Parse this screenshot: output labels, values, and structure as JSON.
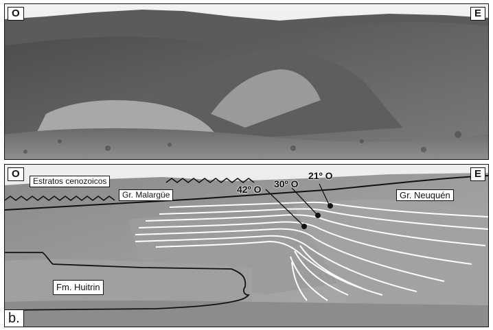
{
  "top_panel": {
    "left_label": "O",
    "right_label": "E"
  },
  "bottom_panel": {
    "left_label": "O",
    "right_label": "E",
    "panel_letter": "b.",
    "units": {
      "estratos": "Estratos cenozoicos",
      "malargue": "Gr. Malargüe",
      "neuquen": "Gr. Neuquén",
      "huitrin": "Fm. Huitrin"
    },
    "dips": {
      "dip_42": "42º O",
      "dip_30": "30º O",
      "dip_21": "21º O"
    }
  },
  "colors": {
    "bedding_lines": "#ffffff",
    "contact_lines": "#111111",
    "sky": "#e6e6e6"
  }
}
